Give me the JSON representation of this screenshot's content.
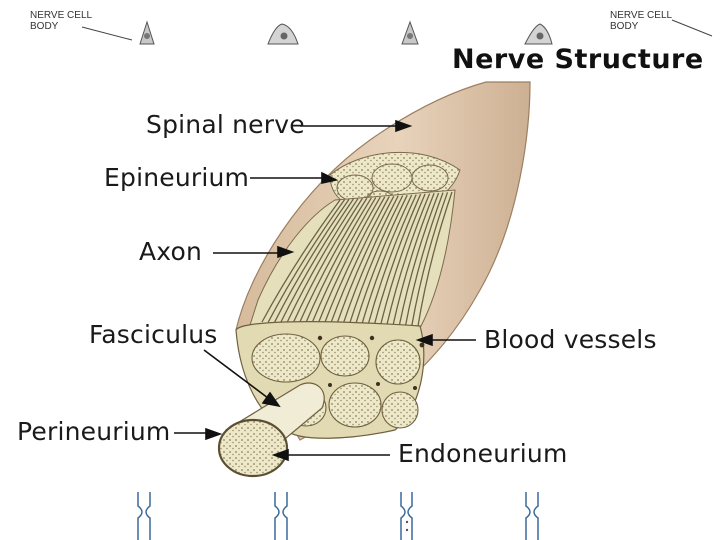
{
  "header": {
    "left_caption": [
      "NERVE CELL",
      "BODY"
    ],
    "right_caption": [
      "NERVE CELL",
      "BODY"
    ]
  },
  "title": "Nerve Structure",
  "labels": {
    "spinal_nerve": "Spinal nerve",
    "epineurium": "Epineurium",
    "axon": "Axon",
    "fasciculus": "Fasciculus",
    "perineurium": "Perineurium",
    "blood_vessels": "Blood vessels",
    "endoneurium": "Endoneurium"
  },
  "colors": {
    "nerve_skin": "#e2c9ae",
    "fiber_bundle": "#e8e3bd",
    "fiber_line": "#6b6245",
    "label_text": "#1a1a1a",
    "leader_line": "#111111"
  }
}
